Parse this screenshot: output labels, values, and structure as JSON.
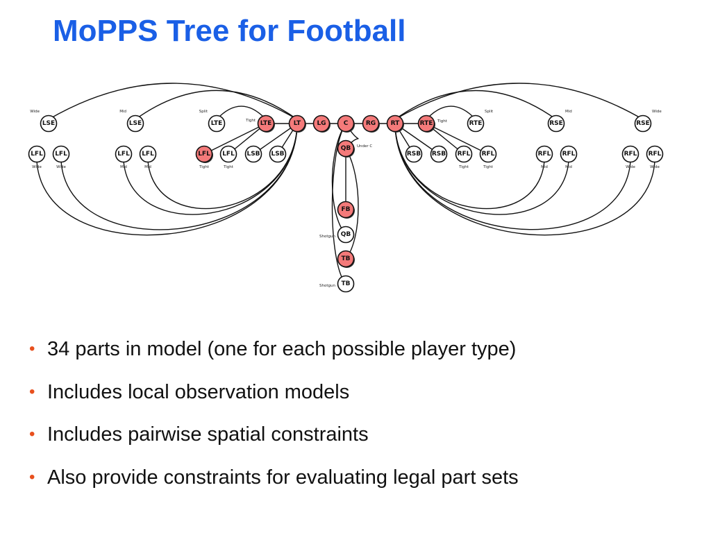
{
  "slide": {
    "title": "MoPPS Tree for Football",
    "bullet_color": "#e8501e",
    "title_color": "#1a5fe6",
    "highlight_fill": "#f47a7a",
    "bullets": [
      "34 parts in model (one for each possible player type)",
      "Includes local observation models",
      "Includes pairwise spatial constraints",
      "Also provide constraints for evaluating legal part sets"
    ]
  },
  "tree": {
    "nodes": [
      {
        "id": "lse_wide",
        "label": "LSE",
        "highlight": false,
        "sub": "Wide",
        "subpos": "tl"
      },
      {
        "id": "lse_mid",
        "label": "LSE",
        "highlight": false,
        "sub": "Mid",
        "subpos": "tl"
      },
      {
        "id": "lte_split",
        "label": "LTE",
        "highlight": false,
        "sub": "Split",
        "subpos": "tl"
      },
      {
        "id": "lte",
        "label": "LTE",
        "highlight": true,
        "sub": "Tight",
        "subpos": "l"
      },
      {
        "id": "lt",
        "label": "LT",
        "highlight": true,
        "sub": "",
        "subpos": ""
      },
      {
        "id": "lg",
        "label": "LG",
        "highlight": true,
        "sub": "",
        "subpos": ""
      },
      {
        "id": "c",
        "label": "C",
        "highlight": true,
        "sub": "",
        "subpos": ""
      },
      {
        "id": "rg",
        "label": "RG",
        "highlight": true,
        "sub": "",
        "subpos": ""
      },
      {
        "id": "rt",
        "label": "RT",
        "highlight": true,
        "sub": "",
        "subpos": ""
      },
      {
        "id": "rte",
        "label": "RTE",
        "highlight": true,
        "sub": "Tight",
        "subpos": "r"
      },
      {
        "id": "rte_split",
        "label": "RTE",
        "highlight": false,
        "sub": "Split",
        "subpos": "tr"
      },
      {
        "id": "rse_mid",
        "label": "RSE",
        "highlight": false,
        "sub": "Mid",
        "subpos": "tr"
      },
      {
        "id": "rse_wide",
        "label": "RSE",
        "highlight": false,
        "sub": "Wide",
        "subpos": "tr"
      },
      {
        "id": "lfl_w1",
        "label": "LFL",
        "highlight": false,
        "sub": "Wide",
        "subpos": "b"
      },
      {
        "id": "lfl_w2",
        "label": "LFL",
        "highlight": false,
        "sub": "Wide",
        "subpos": "b"
      },
      {
        "id": "lfl_m1",
        "label": "LFL",
        "highlight": false,
        "sub": "Mid",
        "subpos": "b"
      },
      {
        "id": "lfl_m2",
        "label": "LFL",
        "highlight": false,
        "sub": "Mid",
        "subpos": "b"
      },
      {
        "id": "lfl_t1",
        "label": "LFL",
        "highlight": true,
        "sub": "Tight",
        "subpos": "b"
      },
      {
        "id": "lfl_t2",
        "label": "LFL",
        "highlight": false,
        "sub": "Tight",
        "subpos": "b"
      },
      {
        "id": "lsb1",
        "label": "LSB",
        "highlight": false,
        "sub": "",
        "subpos": ""
      },
      {
        "id": "lsb2",
        "label": "LSB",
        "highlight": false,
        "sub": "",
        "subpos": ""
      },
      {
        "id": "qb_under",
        "label": "QB",
        "highlight": true,
        "sub": "Under C",
        "subpos": "r"
      },
      {
        "id": "rsb1",
        "label": "RSB",
        "highlight": false,
        "sub": "",
        "subpos": ""
      },
      {
        "id": "rsb2",
        "label": "RSB",
        "highlight": false,
        "sub": "",
        "subpos": ""
      },
      {
        "id": "rfl_t1",
        "label": "RFL",
        "highlight": false,
        "sub": "Tight",
        "subpos": "b"
      },
      {
        "id": "rfl_t2",
        "label": "RFL",
        "highlight": false,
        "sub": "Tight",
        "subpos": "b"
      },
      {
        "id": "rfl_m1",
        "label": "RFL",
        "highlight": false,
        "sub": "Mid",
        "subpos": "b"
      },
      {
        "id": "rfl_m2",
        "label": "RFL",
        "highlight": false,
        "sub": "Mid",
        "subpos": "b"
      },
      {
        "id": "rfl_w1",
        "label": "RFL",
        "highlight": false,
        "sub": "Wide",
        "subpos": "b"
      },
      {
        "id": "rfl_w2",
        "label": "RFL",
        "highlight": false,
        "sub": "Wide",
        "subpos": "b"
      },
      {
        "id": "fb",
        "label": "FB",
        "highlight": true,
        "sub": "",
        "subpos": ""
      },
      {
        "id": "qb_shotgun",
        "label": "QB",
        "highlight": false,
        "sub": "Shotgun",
        "subpos": "l"
      },
      {
        "id": "tb",
        "label": "TB",
        "highlight": true,
        "sub": "",
        "subpos": ""
      },
      {
        "id": "tb_shotgun",
        "label": "TB",
        "highlight": false,
        "sub": "Shotgun",
        "subpos": "l"
      }
    ],
    "edges": [
      [
        "lg",
        "lt"
      ],
      [
        "lt",
        "lte"
      ],
      [
        "lte",
        "lte_split"
      ],
      [
        "lt",
        "lse_mid"
      ],
      [
        "lt",
        "lse_wide"
      ],
      [
        "lt",
        "lfl_w1"
      ],
      [
        "lt",
        "lfl_w2"
      ],
      [
        "lt",
        "lfl_m1"
      ],
      [
        "lt",
        "lfl_m2"
      ],
      [
        "lte",
        "lfl_t1"
      ],
      [
        "lte",
        "lfl_t2"
      ],
      [
        "lt",
        "lsb1"
      ],
      [
        "lt",
        "lsb2"
      ],
      [
        "c",
        "lg"
      ],
      [
        "c",
        "rg"
      ],
      [
        "c",
        "qb_under"
      ],
      [
        "rg",
        "rt"
      ],
      [
        "rt",
        "rte"
      ],
      [
        "rte",
        "rte_split"
      ],
      [
        "rt",
        "rse_mid"
      ],
      [
        "rt",
        "rse_wide"
      ],
      [
        "rt",
        "rsb1"
      ],
      [
        "rt",
        "rsb2"
      ],
      [
        "rte",
        "rfl_t1"
      ],
      [
        "rte",
        "rfl_t2"
      ],
      [
        "rt",
        "rfl_m1"
      ],
      [
        "rt",
        "rfl_m2"
      ],
      [
        "rt",
        "rfl_w1"
      ],
      [
        "rt",
        "rfl_w2"
      ],
      [
        "qb_under",
        "fb"
      ],
      [
        "c",
        "qb_shotgun"
      ],
      [
        "qb_under",
        "tb"
      ],
      [
        "c",
        "tb_shotgun"
      ]
    ]
  }
}
